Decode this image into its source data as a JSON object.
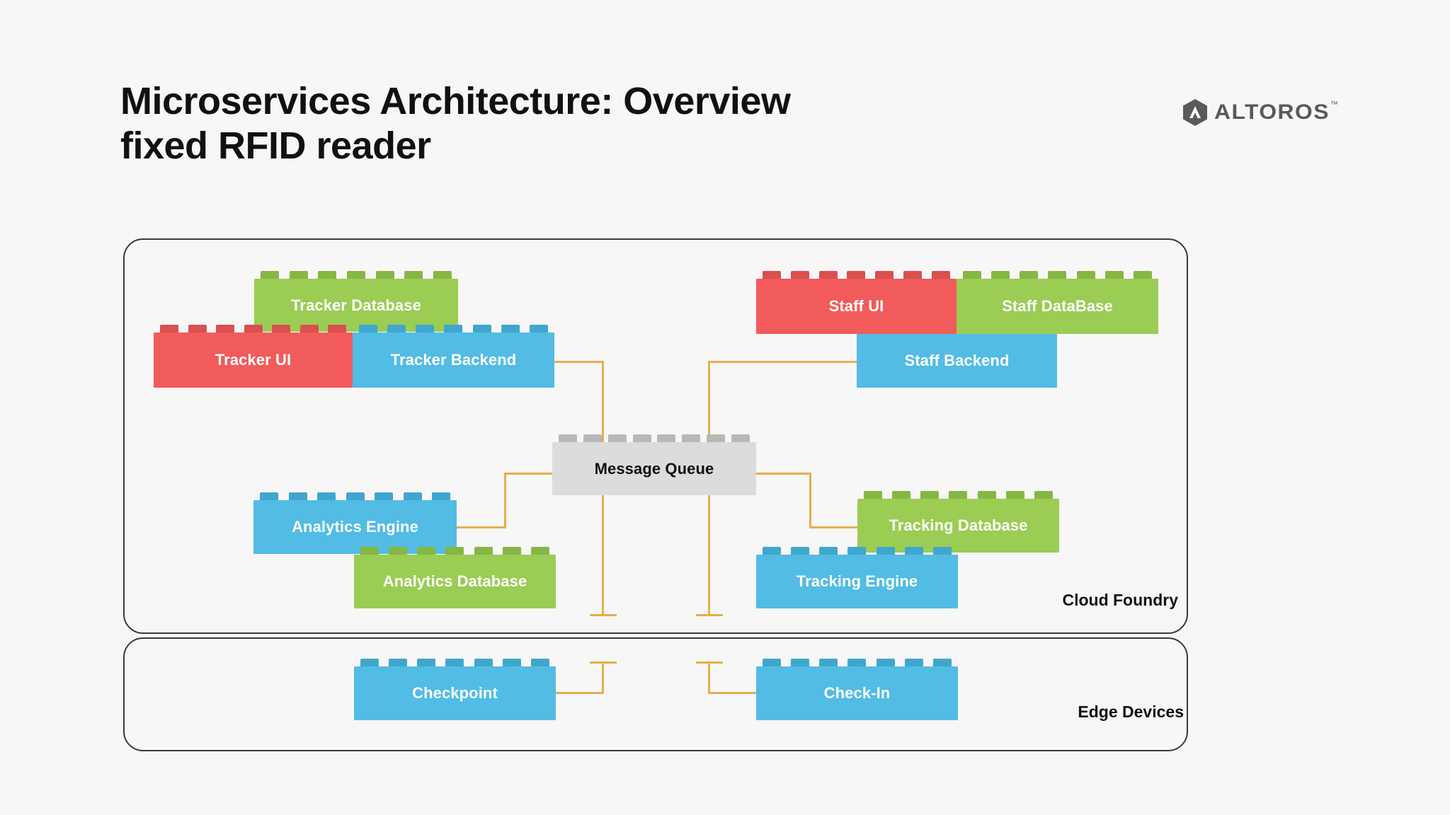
{
  "header": {
    "title_line1": "Microservices Architecture: Overview",
    "title_line2": "fixed RFID reader",
    "logo_text": "ALTOROS",
    "logo_tm": "™"
  },
  "zones": [
    {
      "id": "cloud-foundry",
      "label": "Cloud Foundry"
    },
    {
      "id": "edge-devices",
      "label": "Edge Devices"
    }
  ],
  "colors": {
    "red": "#F15B5B",
    "green": "#9BCC54",
    "blue": "#52BCE4",
    "gray": "#DCDCDC",
    "wire": "#E3B04B",
    "background": "#F8F7F8",
    "border": "#3A3A3A",
    "logo": "#58595B"
  },
  "diagram": {
    "type": "architecture",
    "nodes": [
      {
        "id": "tracker-database",
        "label": "Tracker Database",
        "color": "green",
        "zone": "cloud-foundry"
      },
      {
        "id": "tracker-ui",
        "label": "Tracker UI",
        "color": "red",
        "zone": "cloud-foundry"
      },
      {
        "id": "tracker-backend",
        "label": "Tracker Backend",
        "color": "blue",
        "zone": "cloud-foundry"
      },
      {
        "id": "staff-ui",
        "label": "Staff UI",
        "color": "red",
        "zone": "cloud-foundry"
      },
      {
        "id": "staff-database",
        "label": "Staff DataBase",
        "color": "green",
        "zone": "cloud-foundry"
      },
      {
        "id": "staff-backend",
        "label": "Staff Backend",
        "color": "blue",
        "zone": "cloud-foundry"
      },
      {
        "id": "message-queue",
        "label": "Message Queue",
        "color": "gray",
        "zone": "cloud-foundry"
      },
      {
        "id": "analytics-engine",
        "label": "Analytics Engine",
        "color": "blue",
        "zone": "cloud-foundry"
      },
      {
        "id": "analytics-database",
        "label": "Analytics Database",
        "color": "green",
        "zone": "cloud-foundry"
      },
      {
        "id": "tracking-database",
        "label": "Tracking Database",
        "color": "green",
        "zone": "cloud-foundry"
      },
      {
        "id": "tracking-engine",
        "label": "Tracking Engine",
        "color": "blue",
        "zone": "cloud-foundry"
      },
      {
        "id": "checkpoint",
        "label": "Checkpoint",
        "color": "blue",
        "zone": "edge-devices"
      },
      {
        "id": "check-in",
        "label": "Check-In",
        "color": "blue",
        "zone": "edge-devices"
      }
    ],
    "edges": [
      {
        "from": "tracker-backend",
        "to": "message-queue"
      },
      {
        "from": "staff-backend",
        "to": "message-queue"
      },
      {
        "from": "message-queue",
        "to": "analytics-engine"
      },
      {
        "from": "message-queue",
        "to": "tracking-database"
      },
      {
        "from": "message-queue",
        "to": "checkpoint"
      },
      {
        "from": "message-queue",
        "to": "check-in"
      }
    ]
  }
}
